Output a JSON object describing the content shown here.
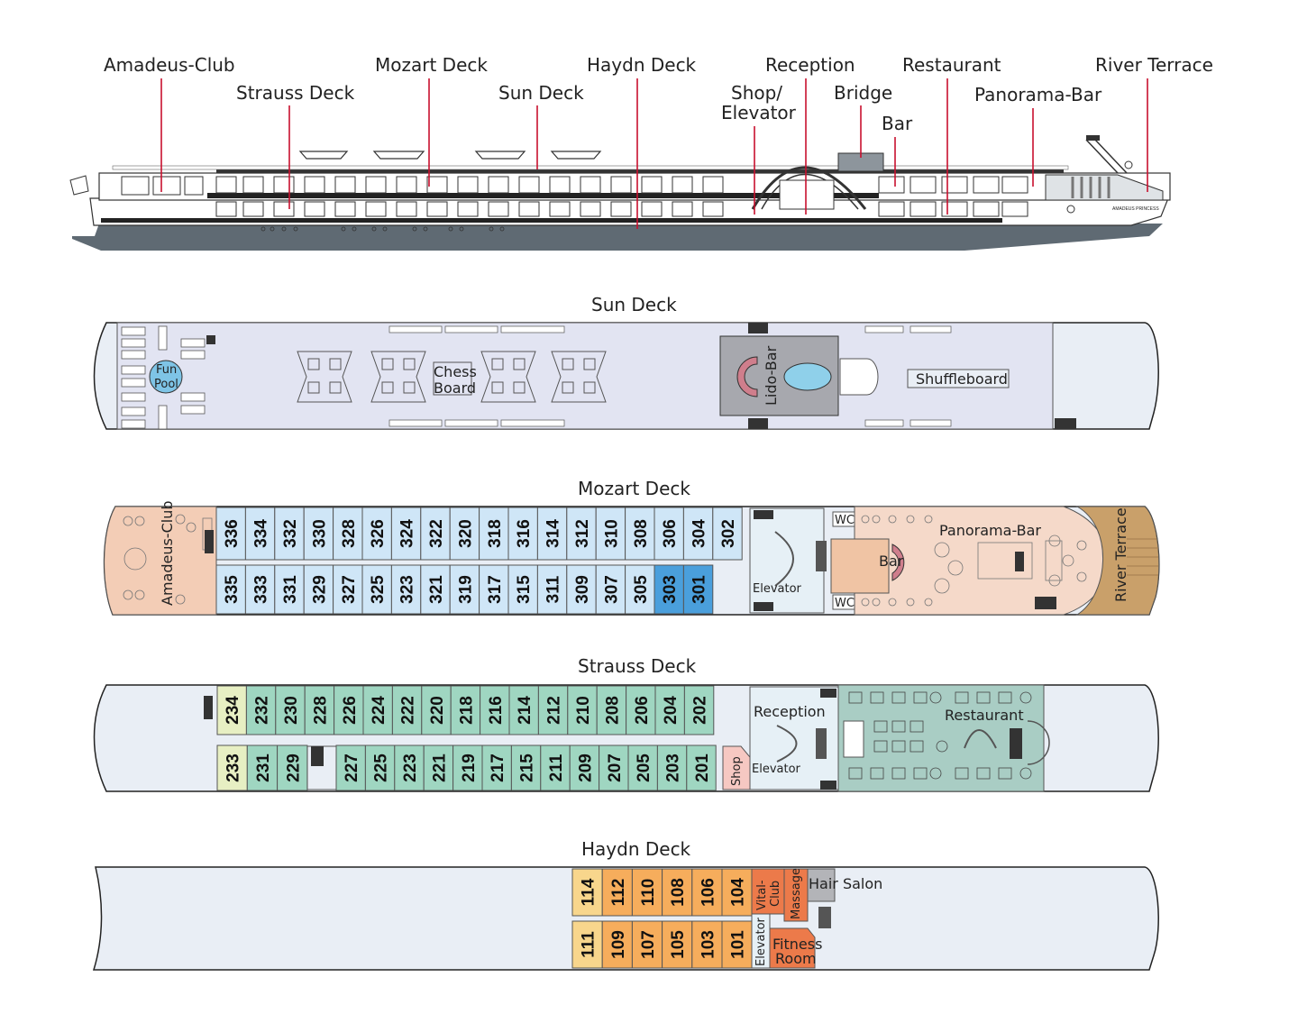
{
  "profile": {
    "labels": {
      "amadeus_club": "Amadeus-Club",
      "strauss_deck": "Strauss Deck",
      "mozart_deck": "Mozart Deck",
      "sun_deck": "Sun Deck",
      "haydn_deck": "Haydn Deck",
      "shop": "Shop/",
      "elevator": "Elevator",
      "reception": "Reception",
      "bridge": "Bridge",
      "bar": "Bar",
      "restaurant": "Restaurant",
      "panorama_bar": "Panorama-Bar",
      "river_terrace": "River Terrace"
    },
    "ship_name": "AMADEUS PRINCESS"
  },
  "sun_deck": {
    "title": "Sun Deck",
    "fun": "Fun",
    "pool": "Pool",
    "chess": "Chess",
    "board": "Board",
    "lido_bar": "Lido-Bar",
    "shuffleboard": "Shuffleboard"
  },
  "mozart_deck": {
    "title": "Mozart Deck",
    "amadeus_club": "Amadeus-Club",
    "top_cabins": [
      "336",
      "334",
      "332",
      "330",
      "328",
      "326",
      "324",
      "322",
      "320",
      "318",
      "316",
      "314",
      "312",
      "310",
      "308",
      "306",
      "304",
      "302"
    ],
    "bottom_cabins": [
      "335",
      "333",
      "331",
      "329",
      "327",
      "325",
      "323",
      "321",
      "319",
      "317",
      "315",
      "311",
      "309",
      "307",
      "305",
      "303",
      "301"
    ],
    "elevator": "Elevator",
    "wc_top": "WC",
    "wc_bottom": "WC",
    "bar": "Bar",
    "panorama_bar": "Panorama-Bar",
    "river_terrace": "River Terrace"
  },
  "strauss_deck": {
    "title": "Strauss Deck",
    "top_cabins": [
      "234",
      "232",
      "230",
      "228",
      "226",
      "224",
      "222",
      "220",
      "218",
      "216",
      "214",
      "212",
      "210",
      "208",
      "206",
      "204",
      "202"
    ],
    "bottom_cabins_left": [
      "233",
      "231",
      "229"
    ],
    "bottom_cabins_right": [
      "227",
      "225",
      "223",
      "221",
      "219",
      "217",
      "215",
      "211",
      "209",
      "207",
      "205",
      "203",
      "201"
    ],
    "shop": "Shop",
    "reception": "Reception",
    "elevator": "Elevator",
    "restaurant": "Restaurant"
  },
  "haydn_deck": {
    "title": "Haydn Deck",
    "top_cabins": [
      "114",
      "112",
      "110",
      "108",
      "106",
      "104"
    ],
    "bottom_cabins": [
      "111",
      "109",
      "107",
      "105",
      "103",
      "101"
    ],
    "vital": "Vital-",
    "club": "Club",
    "massage": "Massage",
    "hair_salon": "Hair Salon",
    "elevator": "Elevator",
    "fitness": "Fitness",
    "room": "Room"
  },
  "colors": {
    "deck_fill": "#e9eef5",
    "sun_deck_fill": "#e2e4f2",
    "mozart_cabin": "#cfe6f7",
    "mozart_suite": "#4a9fdc",
    "strauss_cabin": "#9fd6c1",
    "strauss_special": "#e7efc3",
    "haydn_cabin": "#f6ad5c",
    "haydn_end": "#f8d68c",
    "spa": "#ec7a4a",
    "club": "#f3cdb6",
    "panorama": "#f5d9c9",
    "restaurant": "#a9cdc4",
    "terrace": "#c9a06a",
    "leader_line": "#c8102e"
  }
}
